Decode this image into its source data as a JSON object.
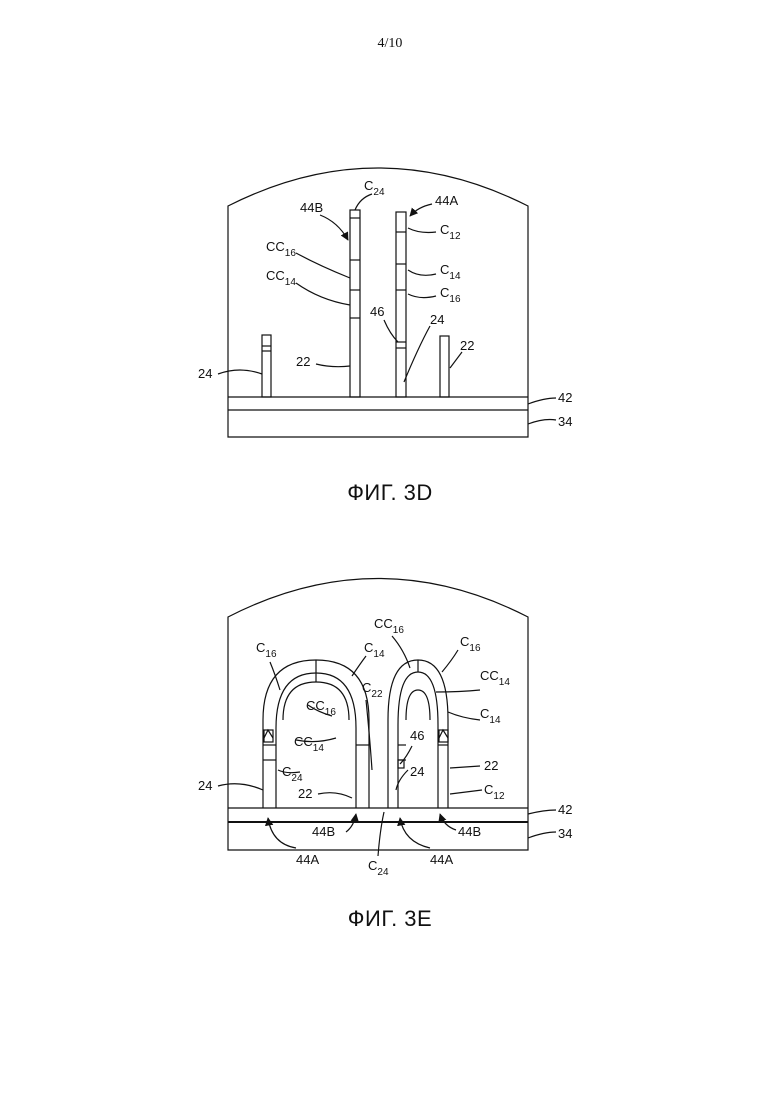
{
  "page_number": "4/10",
  "figures": [
    {
      "caption": "ФИГ. 3D",
      "labels": {
        "c24": [
          "C",
          "24"
        ],
        "l44b": "44B",
        "l44a": "44A",
        "c12": [
          "C",
          "12"
        ],
        "cc16": [
          "CC",
          "16"
        ],
        "c14": [
          "C",
          "14"
        ],
        "cc14": [
          "CC",
          "14"
        ],
        "c16": [
          "C",
          "16"
        ],
        "l46": "46",
        "l24_mid": "24",
        "l22_left": "22",
        "l22_right": "22",
        "l24_left": "24",
        "l42": "42",
        "l34": "34"
      }
    },
    {
      "caption": "ФИГ. 3E",
      "labels": {
        "c16_left": [
          "C",
          "16"
        ],
        "cc16_top": [
          "CC",
          "16"
        ],
        "c16_right": [
          "C",
          "16"
        ],
        "c14_mid": [
          "C",
          "14"
        ],
        "cc14_right": [
          "CC",
          "14"
        ],
        "c22": [
          "C",
          "22"
        ],
        "cc16_inner": [
          "CC",
          "16"
        ],
        "c14_right": [
          "C",
          "14"
        ],
        "cc14_left": [
          "CC",
          "14"
        ],
        "l46": "46",
        "l22_right": "22",
        "c24_left": [
          "C",
          "24"
        ],
        "l24_mid": "24",
        "l22_mid": "22",
        "c12": [
          "C",
          "12"
        ],
        "l24_left": "24",
        "l42": "42",
        "l44b_left": "44B",
        "l44b_right": "44B",
        "l34": "34",
        "l44a_left": "44A",
        "c24_bottom": [
          "C",
          "24"
        ],
        "l44a_right": "44A"
      }
    }
  ]
}
